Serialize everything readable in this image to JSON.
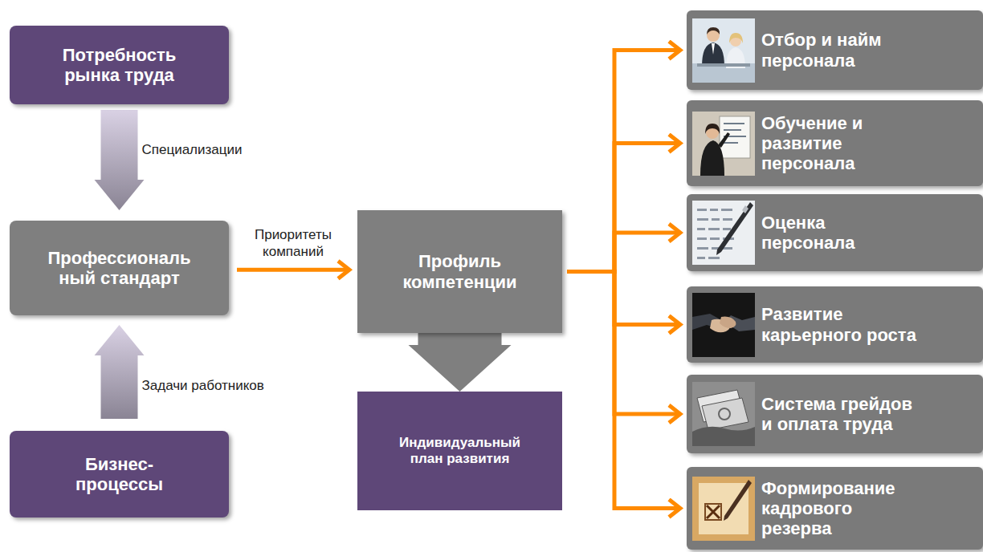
{
  "diagram": {
    "nodes": [
      {
        "text": [
          "Потребность рынка труда"
        ]
      },
      {
        "text": [
          "Профессиональ ный стандарт"
        ]
      },
      {
        "text": [
          "Бизнес- процессы"
        ]
      },
      {
        "text": [
          "Профиль компетенции"
        ]
      },
      {
        "text": [
          "Индивидуальный план развития"
        ]
      },
      {
        "text": [
          "Отбор и найм персонала"
        ]
      },
      {
        "text": [
          "Обучение и развитие персонала"
        ]
      },
      {
        "text": [
          "Оценка персонала"
        ]
      },
      {
        "text": [
          "Развитие карьерного роста"
        ]
      },
      {
        "text": [
          "Система грейдов и оплата труда"
        ]
      },
      {
        "text": [
          "Формирование кадрового резерва"
        ]
      }
    ],
    "edges": [
      {
        "from": 0,
        "to": 1,
        "label": "Специализации",
        "arrow": "to"
      },
      {
        "from": 2,
        "to": 1,
        "label": "Задачи работников",
        "arrow": "to"
      },
      {
        "from": 1,
        "to": 3,
        "label": "Приоритеты компаний",
        "arrow": "to"
      },
      {
        "from": 3,
        "to": 4,
        "arrow": "to"
      },
      {
        "from": 3,
        "to": 5,
        "arrow": "to"
      },
      {
        "from": 3,
        "to": 6,
        "arrow": "to"
      },
      {
        "from": 3,
        "to": 7,
        "arrow": "to"
      },
      {
        "from": 3,
        "to": 8,
        "arrow": "to"
      },
      {
        "from": 3,
        "to": 9,
        "arrow": "to"
      },
      {
        "from": 3,
        "to": 10,
        "arrow": "to"
      }
    ]
  }
}
